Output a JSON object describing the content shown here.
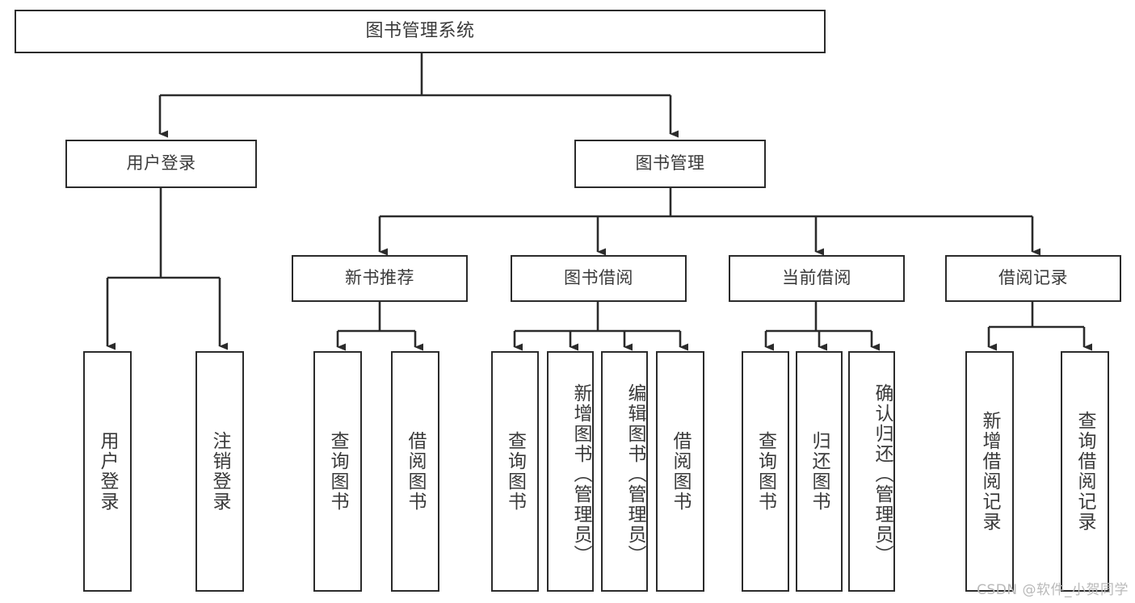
{
  "diagram": {
    "title": "图书管理系统",
    "type": "tree",
    "root": {
      "id": "root",
      "label": "图书管理系统",
      "orientation": "horizontal"
    },
    "level2": [
      {
        "id": "user-login",
        "label": "用户登录",
        "orientation": "horizontal"
      },
      {
        "id": "book-manage",
        "label": "图书管理",
        "orientation": "horizontal"
      }
    ],
    "level3": [
      {
        "id": "new-book-rec",
        "label": "新书推荐",
        "orientation": "horizontal",
        "parent": "book-manage"
      },
      {
        "id": "book-borrow",
        "label": "图书借阅",
        "orientation": "horizontal",
        "parent": "book-manage"
      },
      {
        "id": "current-borrow",
        "label": "当前借阅",
        "orientation": "horizontal",
        "parent": "book-manage"
      },
      {
        "id": "borrow-record",
        "label": "借阅记录",
        "orientation": "horizontal",
        "parent": "book-manage"
      }
    ],
    "leaves": [
      {
        "id": "leaf-user-login",
        "label": "用户登录",
        "parent": "user-login",
        "orientation": "vertical"
      },
      {
        "id": "leaf-user-logout",
        "label": "注销登录",
        "parent": "user-login",
        "orientation": "vertical"
      },
      {
        "id": "leaf-rec-query",
        "label": "查询图书",
        "parent": "new-book-rec",
        "orientation": "vertical"
      },
      {
        "id": "leaf-rec-borrow",
        "label": "借阅图书",
        "parent": "new-book-rec",
        "orientation": "vertical"
      },
      {
        "id": "leaf-borrow-query",
        "label": "查询图书",
        "parent": "book-borrow",
        "orientation": "vertical"
      },
      {
        "id": "leaf-borrow-add",
        "label": "新增图书（管理员）",
        "parent": "book-borrow",
        "orientation": "vertical"
      },
      {
        "id": "leaf-borrow-edit",
        "label": "编辑图书（管理员）",
        "parent": "book-borrow",
        "orientation": "vertical"
      },
      {
        "id": "leaf-borrow-lend",
        "label": "借阅图书",
        "parent": "book-borrow",
        "orientation": "vertical"
      },
      {
        "id": "leaf-cur-query",
        "label": "查询图书",
        "parent": "current-borrow",
        "orientation": "vertical"
      },
      {
        "id": "leaf-cur-return",
        "label": "归还图书",
        "parent": "current-borrow",
        "orientation": "vertical"
      },
      {
        "id": "leaf-cur-confirm",
        "label": "确认归还（管理员）",
        "parent": "current-borrow",
        "orientation": "vertical"
      },
      {
        "id": "leaf-rec-add",
        "label": "新增借阅记录",
        "parent": "borrow-record",
        "orientation": "vertical"
      },
      {
        "id": "leaf-rec-search",
        "label": "查询借阅记录",
        "parent": "borrow-record",
        "orientation": "vertical"
      }
    ],
    "colors": {
      "stroke": "#2b2b2b",
      "text": "#3a3a3a",
      "background": "#ffffff",
      "watermark": "#b9b9b9"
    }
  },
  "watermark": {
    "text": "CSDN @软件_小贺同学"
  }
}
